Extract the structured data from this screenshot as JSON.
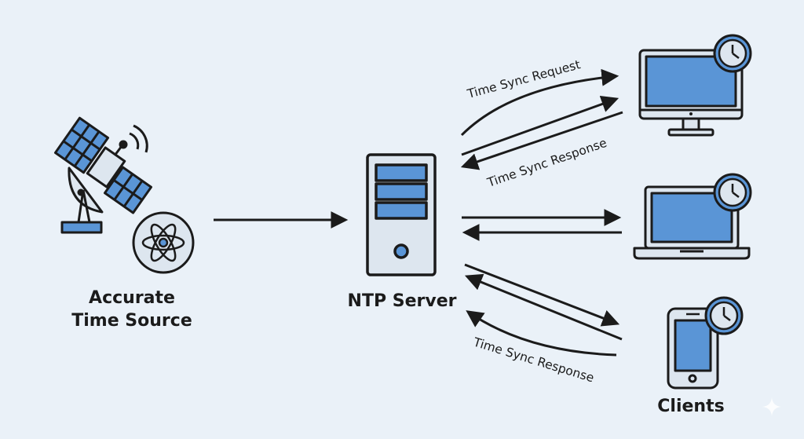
{
  "labels": {
    "source_line1": "Accurate",
    "source_line2": "Time Source",
    "server": "NTP Server",
    "clients": "Clients"
  },
  "arrow_labels": {
    "request": "Time Sync Request",
    "response_top": "Time Sync Response",
    "response_bottom": "Time Sync Response"
  },
  "colors": {
    "background": "#eaf1f8",
    "accent_blue": "#5a95d6",
    "device_fill": "#dde6ef",
    "stroke": "#1b1b1b"
  },
  "icons": {
    "source": [
      "satellite-icon",
      "satellite-dish-icon",
      "atom-icon"
    ],
    "server": "server-tower-icon",
    "clients": [
      "desktop-monitor-icon",
      "laptop-icon",
      "smartphone-icon",
      "clock-icon"
    ]
  }
}
